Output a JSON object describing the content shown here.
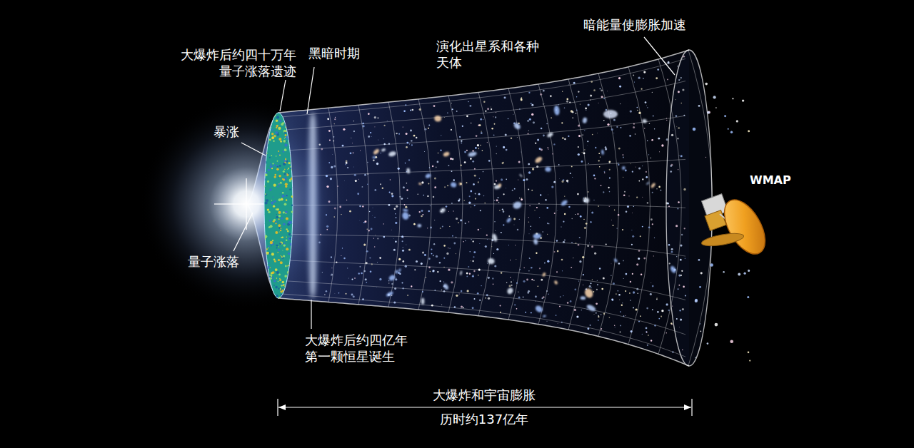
{
  "diagram": {
    "labels": [
      "暗能量使膨胀加速",
      "大爆炸后约四十万年 量子涨落遗迹",
      "黑暗时期",
      "演化出星系和各种 天体",
      "暴涨",
      "WMAP",
      "量子涨落",
      "大爆炸后约四亿年 第一颗恒星诞生",
      "大爆炸和宇宙膨胀",
      "历时约137亿年"
    ]
  }
}
